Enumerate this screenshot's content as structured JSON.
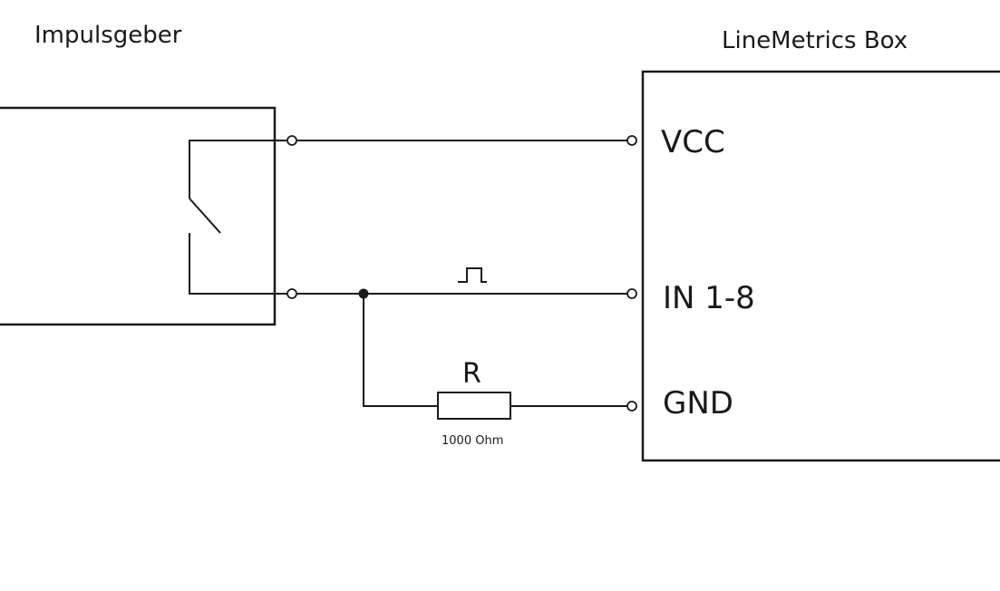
{
  "left_device": {
    "title": "Impulsgeber"
  },
  "right_device": {
    "title": "LineMetrics Box",
    "pins": {
      "vcc": "VCC",
      "in": "IN 1-8",
      "gnd": "GND"
    }
  },
  "resistor": {
    "symbol": "R",
    "value": "1000 Ohm"
  },
  "colors": {
    "line": "#1a1a1a",
    "background": "#ffffff"
  }
}
